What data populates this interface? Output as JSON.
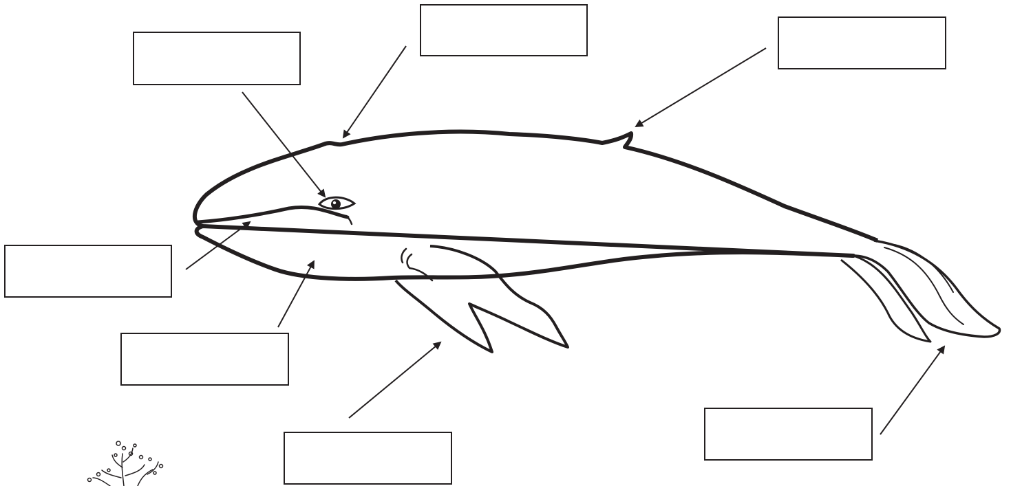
{
  "diagram": {
    "subject": "whale",
    "stroke_color": "#231f20",
    "label_boxes": [
      {
        "id": "eye",
        "text": ""
      },
      {
        "id": "blowhole",
        "text": ""
      },
      {
        "id": "dorsal-fin",
        "text": ""
      },
      {
        "id": "mouth",
        "text": ""
      },
      {
        "id": "throat",
        "text": ""
      },
      {
        "id": "flipper",
        "text": ""
      },
      {
        "id": "tail-fluke",
        "text": ""
      }
    ],
    "decoration": "coral-icon"
  }
}
